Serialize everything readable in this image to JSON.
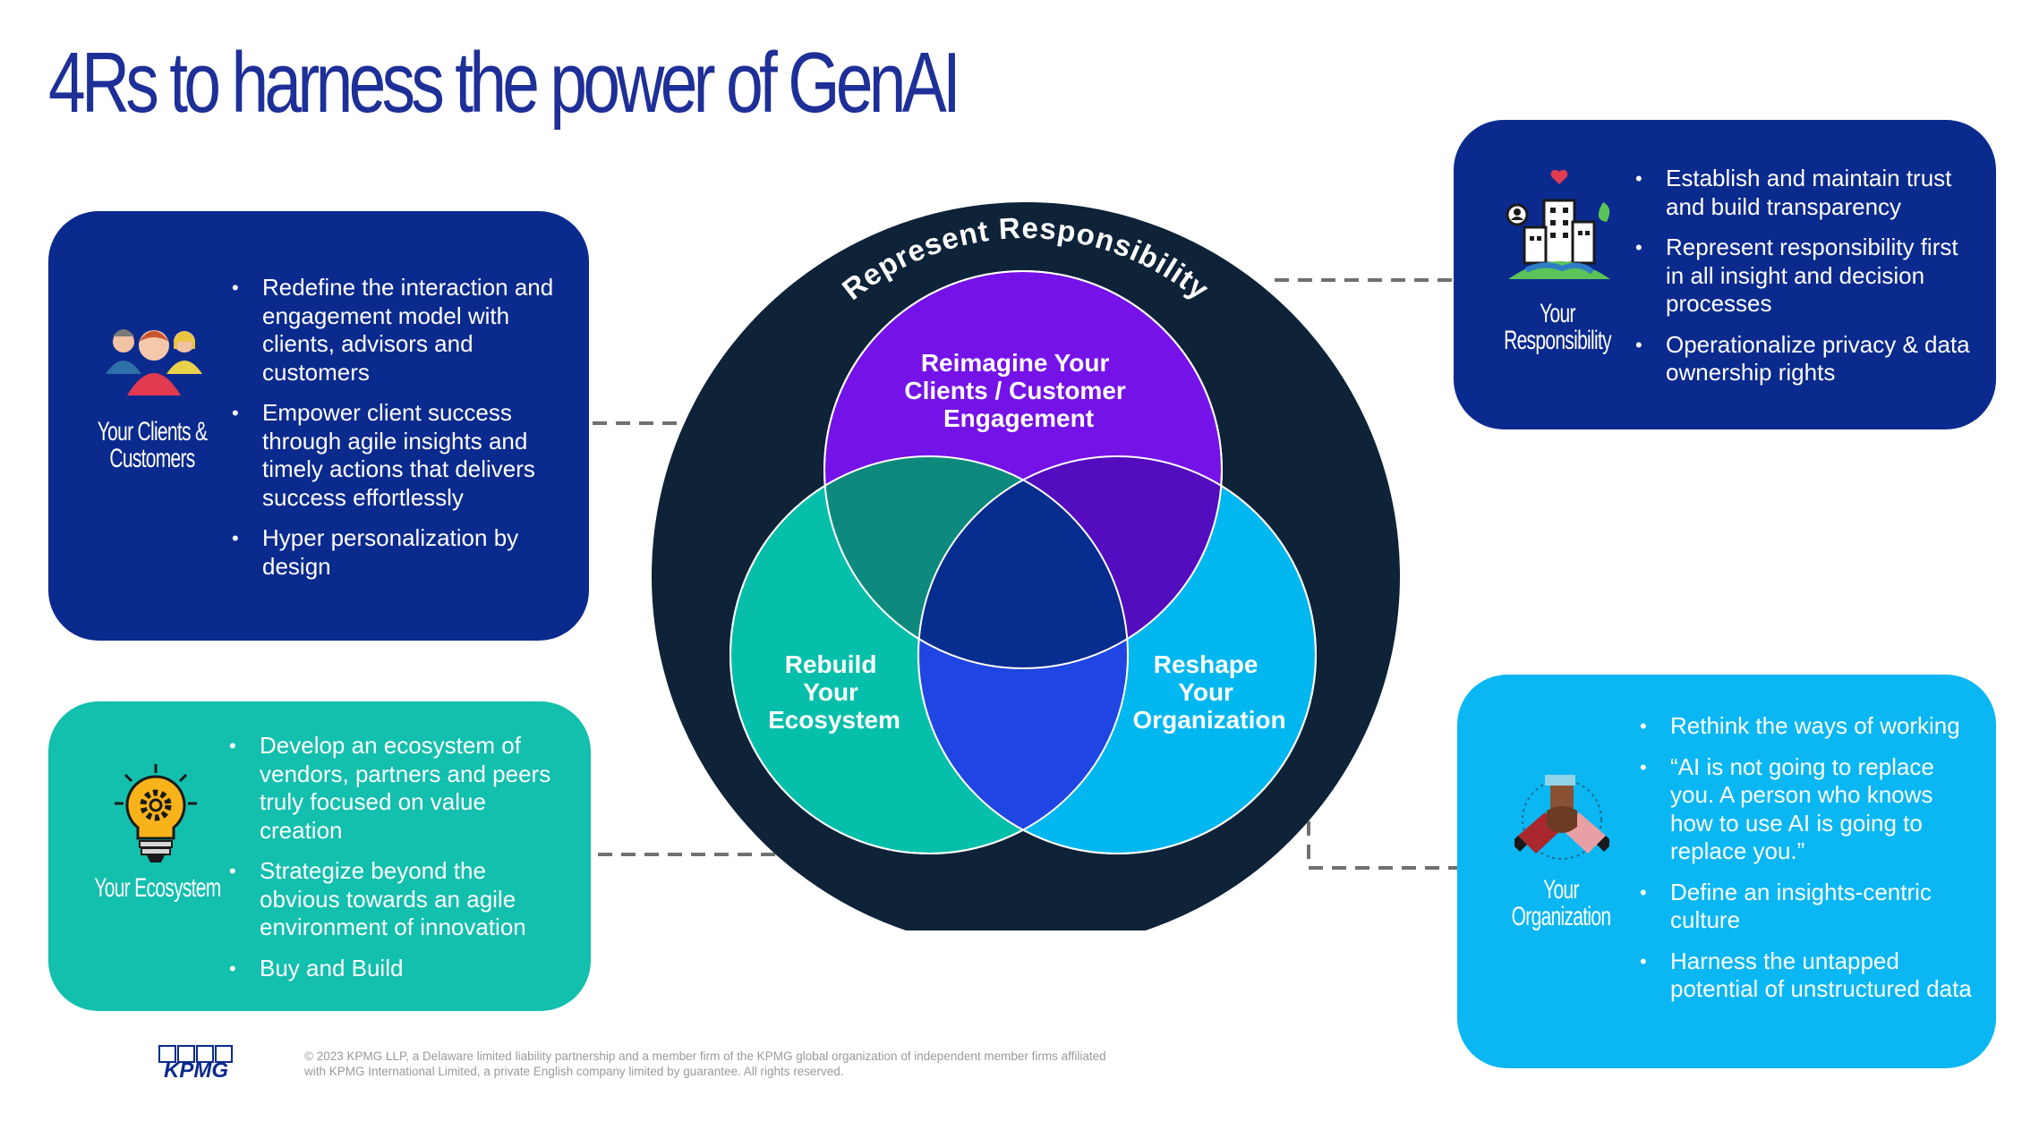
{
  "title": "4Rs to harness the power of GenAI",
  "diagram": {
    "outer_ring_label": "Represent Responsibility",
    "top_circle": [
      "Reimagine Your",
      "Clients / Customer",
      "Engagement"
    ],
    "left_circle": [
      "Rebuild",
      "Your",
      "Ecosystem"
    ],
    "right_circle": [
      "Reshape",
      "Your",
      "Organization"
    ]
  },
  "cards": {
    "clients": {
      "label": [
        "Your Clients &",
        "Customers"
      ],
      "items": [
        "Redefine the interaction and engagement model with clients, advisors and customers",
        "Empower client success through agile insights and timely actions that delivers success effortlessly",
        "Hyper personalization by design"
      ]
    },
    "ecosystem": {
      "label": [
        "Your Ecosystem"
      ],
      "items": [
        "Develop an ecosystem of vendors, partners and peers truly focused on value creation",
        "Strategize beyond the obvious towards an agile environment of innovation",
        "Buy and Build"
      ]
    },
    "responsibility": {
      "label": [
        "Your",
        "Responsibility"
      ],
      "items": [
        "Establish and maintain trust and build transparency",
        "Represent responsibility first in all insight and decision processes",
        "Operationalize privacy & data ownership rights"
      ]
    },
    "organization": {
      "label": [
        "Your",
        "Organization"
      ],
      "items": [
        "Rethink the ways of working",
        "“AI is not going to replace you. A person who knows how to use AI is going to replace you.”",
        "Define an insights-centric culture",
        "Harness the untapped potential of unstructured data"
      ]
    }
  },
  "footer": {
    "logo": "KPMG",
    "copyright": "© 2023 KPMG LLP, a Delaware limited liability partnership and a member firm of the KPMG global organization of independent member firms affiliated with KPMG International Limited, a private English company limited by guarantee. All rights reserved."
  },
  "colors": {
    "title": "#1e2f97",
    "clients_card": "#0b2a8e",
    "ecosystem_card": "#13bfad",
    "responsibility_card": "#0b2a8e",
    "organization_card": "#0ab7f2",
    "outer_ring": "#0e2238",
    "top_circle": "#7512e8",
    "left_circle": "#05bfaa",
    "right_circle": "#00b7f0",
    "center": "#072d8e"
  }
}
